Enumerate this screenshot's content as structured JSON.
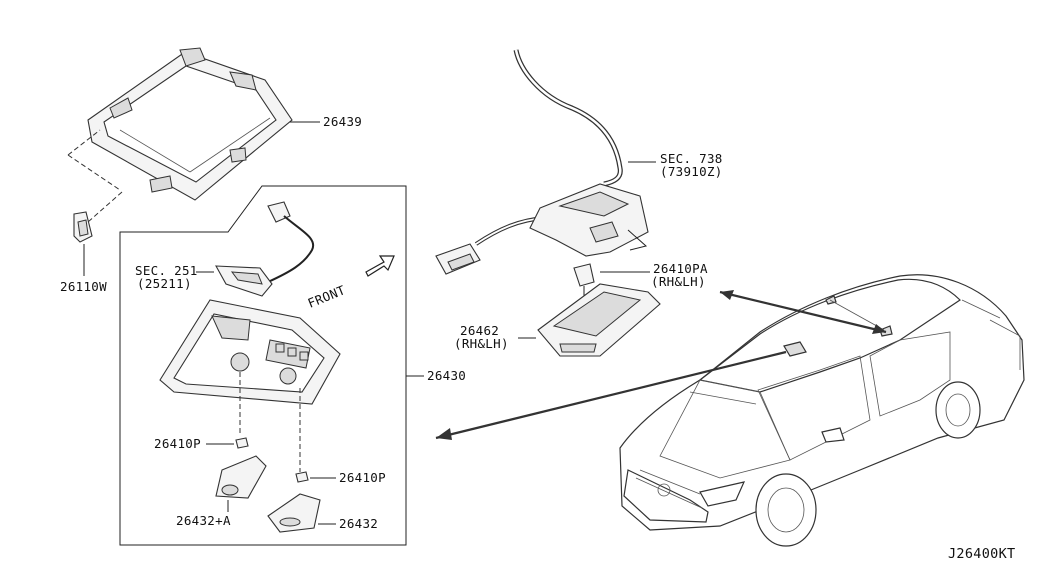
{
  "labels": {
    "p26439": "26439",
    "p26110w": "26110W",
    "sec251": "SEC. 251",
    "sec251_sub": "(25211)",
    "front": "FRONT",
    "p26430": "26430",
    "p26410p_a": "26410P",
    "p26410p_b": "26410P",
    "p26432a": "26432+A",
    "p26432": "26432",
    "sec738": "SEC. 738",
    "sec738_sub": "(73910Z)",
    "p26410pa": "26410PA",
    "p26410pa_sub": "(RH&LH)",
    "p26462": "26462",
    "p26462_sub": "(RH&LH)",
    "diagram_id": "J26400KT"
  },
  "colors": {
    "line": "#222222",
    "part_fill": "#f4f4f4",
    "background": "#ffffff"
  }
}
